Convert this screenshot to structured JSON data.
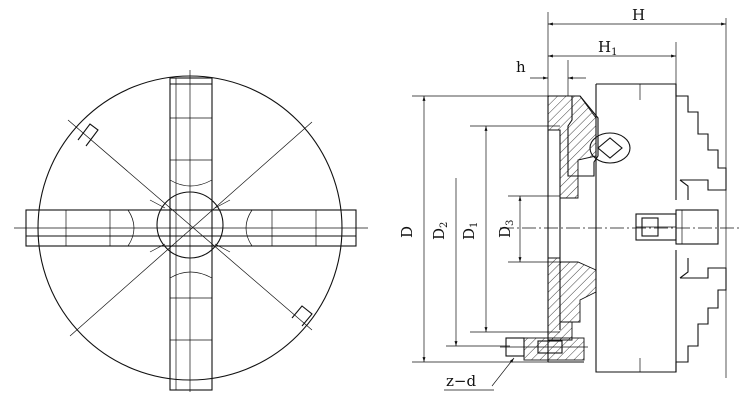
{
  "labels": {
    "H": "H",
    "H1": "H",
    "H1_sub": "1",
    "h": "h",
    "D": "D",
    "D2": "D",
    "D2_sub": "2",
    "D1": "D",
    "D1_sub": "1",
    "D3": "D",
    "D3_sub": "3",
    "zd": "z−d"
  },
  "colors": {
    "line": "#111111",
    "background": "#ffffff"
  }
}
